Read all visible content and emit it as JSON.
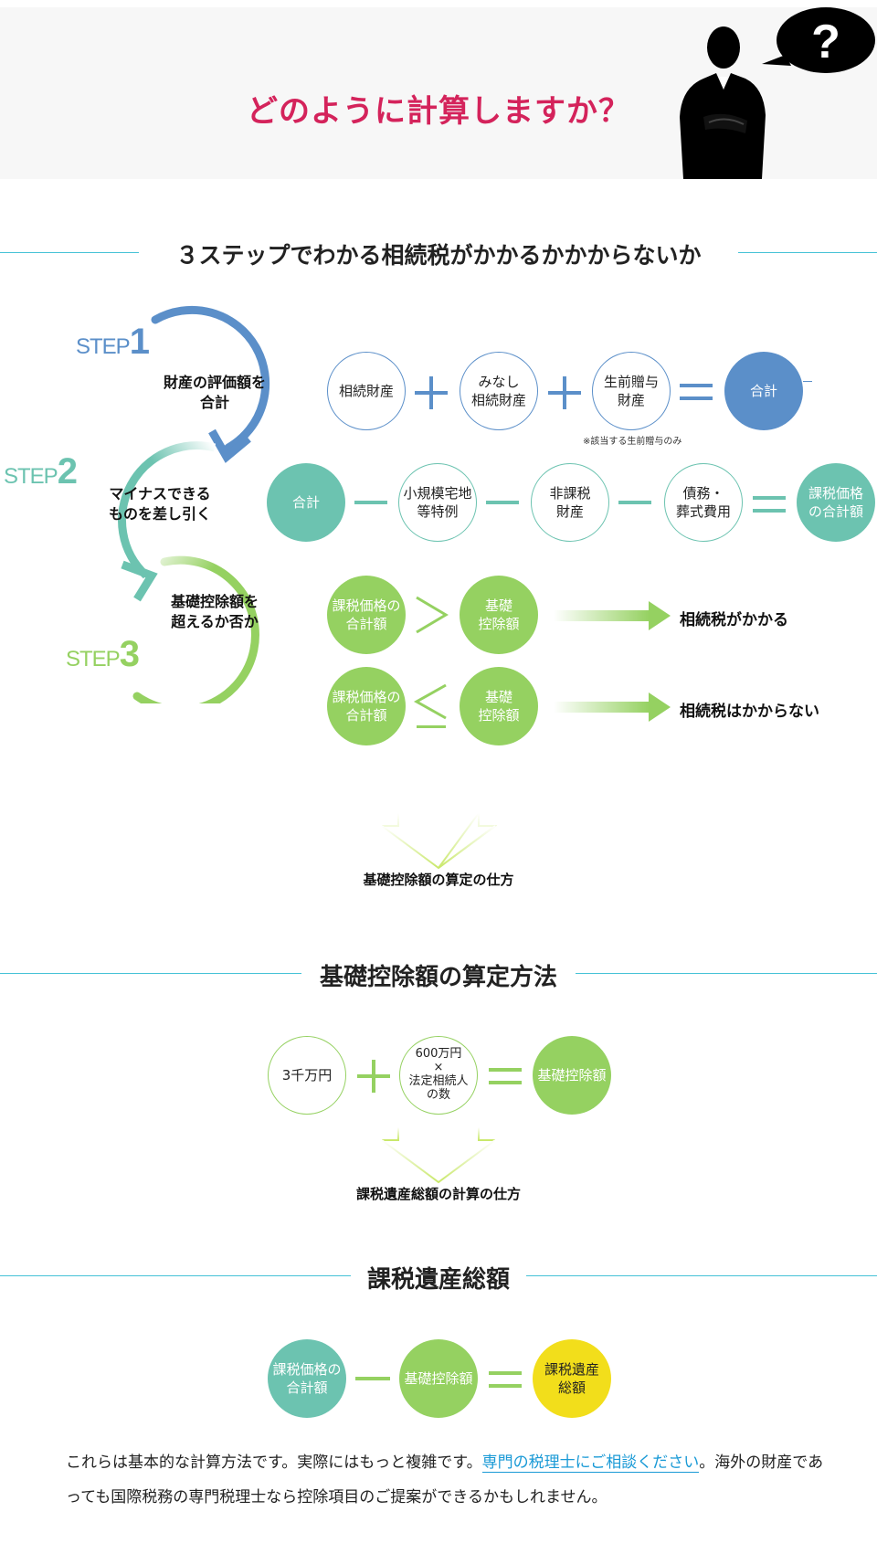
{
  "hero": {
    "title": "どのように計算しますか？"
  },
  "section1": {
    "title": "３ステップでわかる相続税がかかるかかからないか"
  },
  "steps": [
    {
      "label": "STEP",
      "num": "1",
      "text": "財産の評価額を\n合計"
    },
    {
      "label": "STEP",
      "num": "2",
      "text": "マイナスできる\nものを差し引く"
    },
    {
      "label": "STEP",
      "num": "3",
      "text": "基礎控除額を\n超えるか否か"
    }
  ],
  "row1": {
    "items": [
      "相続財産",
      "みなし\n相続財産",
      "生前贈与\n財産",
      "合計"
    ],
    "note": "※該当する生前贈与のみ"
  },
  "row2": {
    "items": [
      "合計",
      "小規模宅地\n等特例",
      "非課税\n財産",
      "債務・\n葬式費用",
      "課税価格\nの合計額"
    ]
  },
  "compare": [
    {
      "left": "課税価格の\n合計額",
      "symbol": ">",
      "right": "基礎\n控除額",
      "result": "相続税がかかる"
    },
    {
      "left": "課税価格の\n合計額",
      "symbol": "≦",
      "right": "基礎\n控除額",
      "result": "相続税はかからない"
    }
  ],
  "down1": {
    "label": "基礎控除額の算定の仕方"
  },
  "section2": {
    "title": "基礎控除額の算定方法"
  },
  "formula2": {
    "items": [
      "3千万円",
      "600万円\n×\n法定相続人\nの数",
      "基礎控除額"
    ]
  },
  "down2": {
    "label": "課税遺産総額の計算の仕方"
  },
  "section3": {
    "title": "課税遺産総額"
  },
  "formula3": {
    "items": [
      "課税価格の\n合計額",
      "基礎控除額",
      "課税遺産\n総額"
    ]
  },
  "footer": {
    "text_before": "これらは基本的な計算方法です。実際にはもっと複雑です。",
    "link": "専門の税理士にご相談ください",
    "text_after": "。海外の財産であっても国際税務の専門税理士なら控除項目のご提案ができるかもしれません。"
  },
  "colors": {
    "accent": "#d4235b",
    "blue": "#5b8fc9",
    "teal": "#6cc3b0",
    "green": "#95d161",
    "yellow": "#f2de1b",
    "line": "#45c2d6"
  },
  "icons": {
    "hero": "businessman-question-icon"
  }
}
